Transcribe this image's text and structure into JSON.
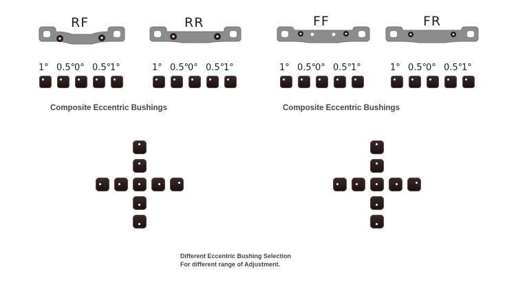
{
  "plates": [
    {
      "name": "RF",
      "angles": [
        "1°",
        "0.5°",
        "0°",
        "0.5°",
        "1°"
      ]
    },
    {
      "name": "RR",
      "angles": [
        "1°",
        "0.5°",
        "0°",
        "0.5°",
        "1°"
      ]
    },
    {
      "name": "FF",
      "angles": [
        "1°",
        "0.5°",
        "0°",
        "0.5°",
        "1°"
      ]
    },
    {
      "name": "FR",
      "angles": [
        "1°",
        "0.5°",
        "0°",
        "0.5°",
        "1°"
      ]
    }
  ],
  "captions": {
    "left": "Composite Eccentric Bushings",
    "right": "Composite Eccentric Bushings"
  },
  "note": {
    "line1": "Different Eccentric Bushing Selection",
    "line2": "For different range of Adjustment."
  },
  "colors": {
    "plate_fill": "#8a8c8e",
    "bushing": "#2a1a18"
  }
}
